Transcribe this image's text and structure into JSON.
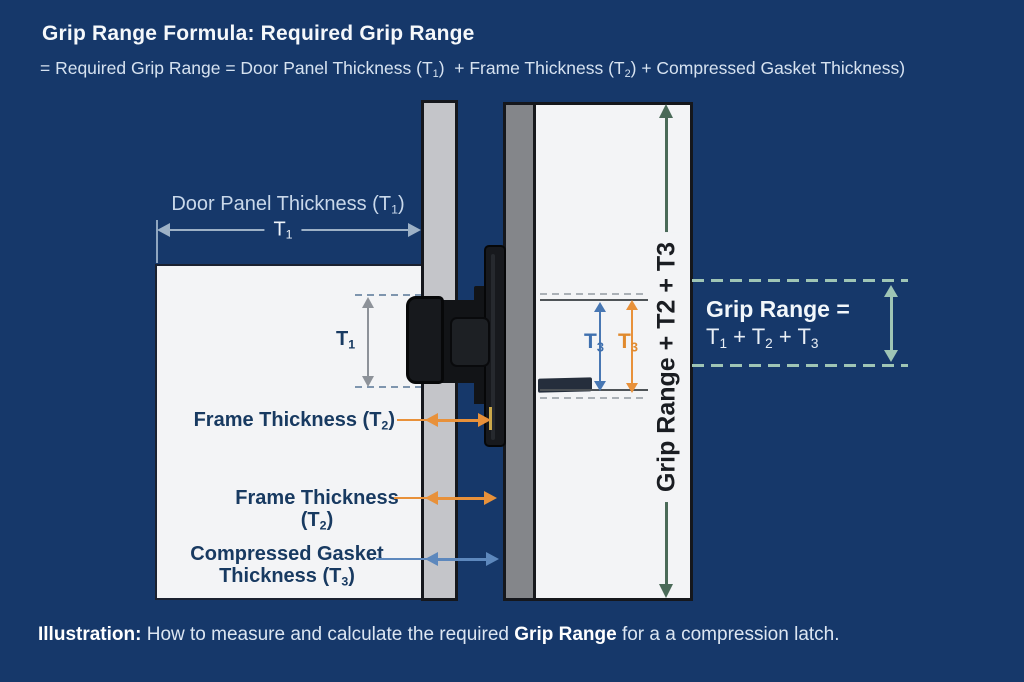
{
  "colors": {
    "background": "#16386a",
    "panel_white": "#f3f4f6",
    "flange_gray": "#c4c5c9",
    "frame_gray": "#84868a",
    "latch_black": "#17191d",
    "label_navy": "#183a61",
    "label_light_blue": "#c9d8ea",
    "dim_blue_gray": "#9db1c6",
    "accent_orange": "#e8913a",
    "accent_blue": "#4877b3",
    "arrow_gasket_blue": "#5d88bd",
    "arrow_green_dark": "#4a6a58",
    "accent_sage": "#9fc5b5"
  },
  "header": {
    "title": "Grip Range Formula: Required Grip Range",
    "formula": {
      "p1": "= Required Grip Range = Door Panel Thickness (T",
      "s1": "1",
      "p2": ")  + Frame Thickness (T",
      "s2": "2",
      "p3": ") + Compressed Gasket Thickness)"
    }
  },
  "labels": {
    "door_panel": {
      "pre": "Door Panel Thickness (T",
      "sub": "1",
      "post": ")"
    },
    "t1_dim": {
      "base": "T",
      "sub": "1"
    },
    "t1_side": {
      "base": "T",
      "sub": "1"
    },
    "frame_a": {
      "pre": "Frame Thickness (T",
      "sub": "2",
      "post": ")"
    },
    "frame_b": {
      "line1": "Frame Thickness",
      "pre": "(T",
      "sub": "2",
      "post": ")"
    },
    "gasket": {
      "line1": "Compressed Gasket",
      "pre": "Thickness (T",
      "sub": "3",
      "post": ")"
    },
    "t3_blue": {
      "base": "T",
      "sub": "3"
    },
    "t3_orange": {
      "base": "T",
      "sub": "3"
    },
    "grip_axis": "Grip Range + T2 + T3",
    "grip_eq_title": "Grip Range =",
    "grip_eq": {
      "t1": "T",
      "s1": "1",
      "p1": " + ",
      "t2": "T",
      "s2": "2",
      "p2": " + ",
      "t3": "T",
      "s3": "3"
    }
  },
  "caption": {
    "b1": "Illustration:",
    "r1": " How to measure and calculate the required ",
    "b2": "Grip Range",
    "r2": " for a a compression latch."
  }
}
